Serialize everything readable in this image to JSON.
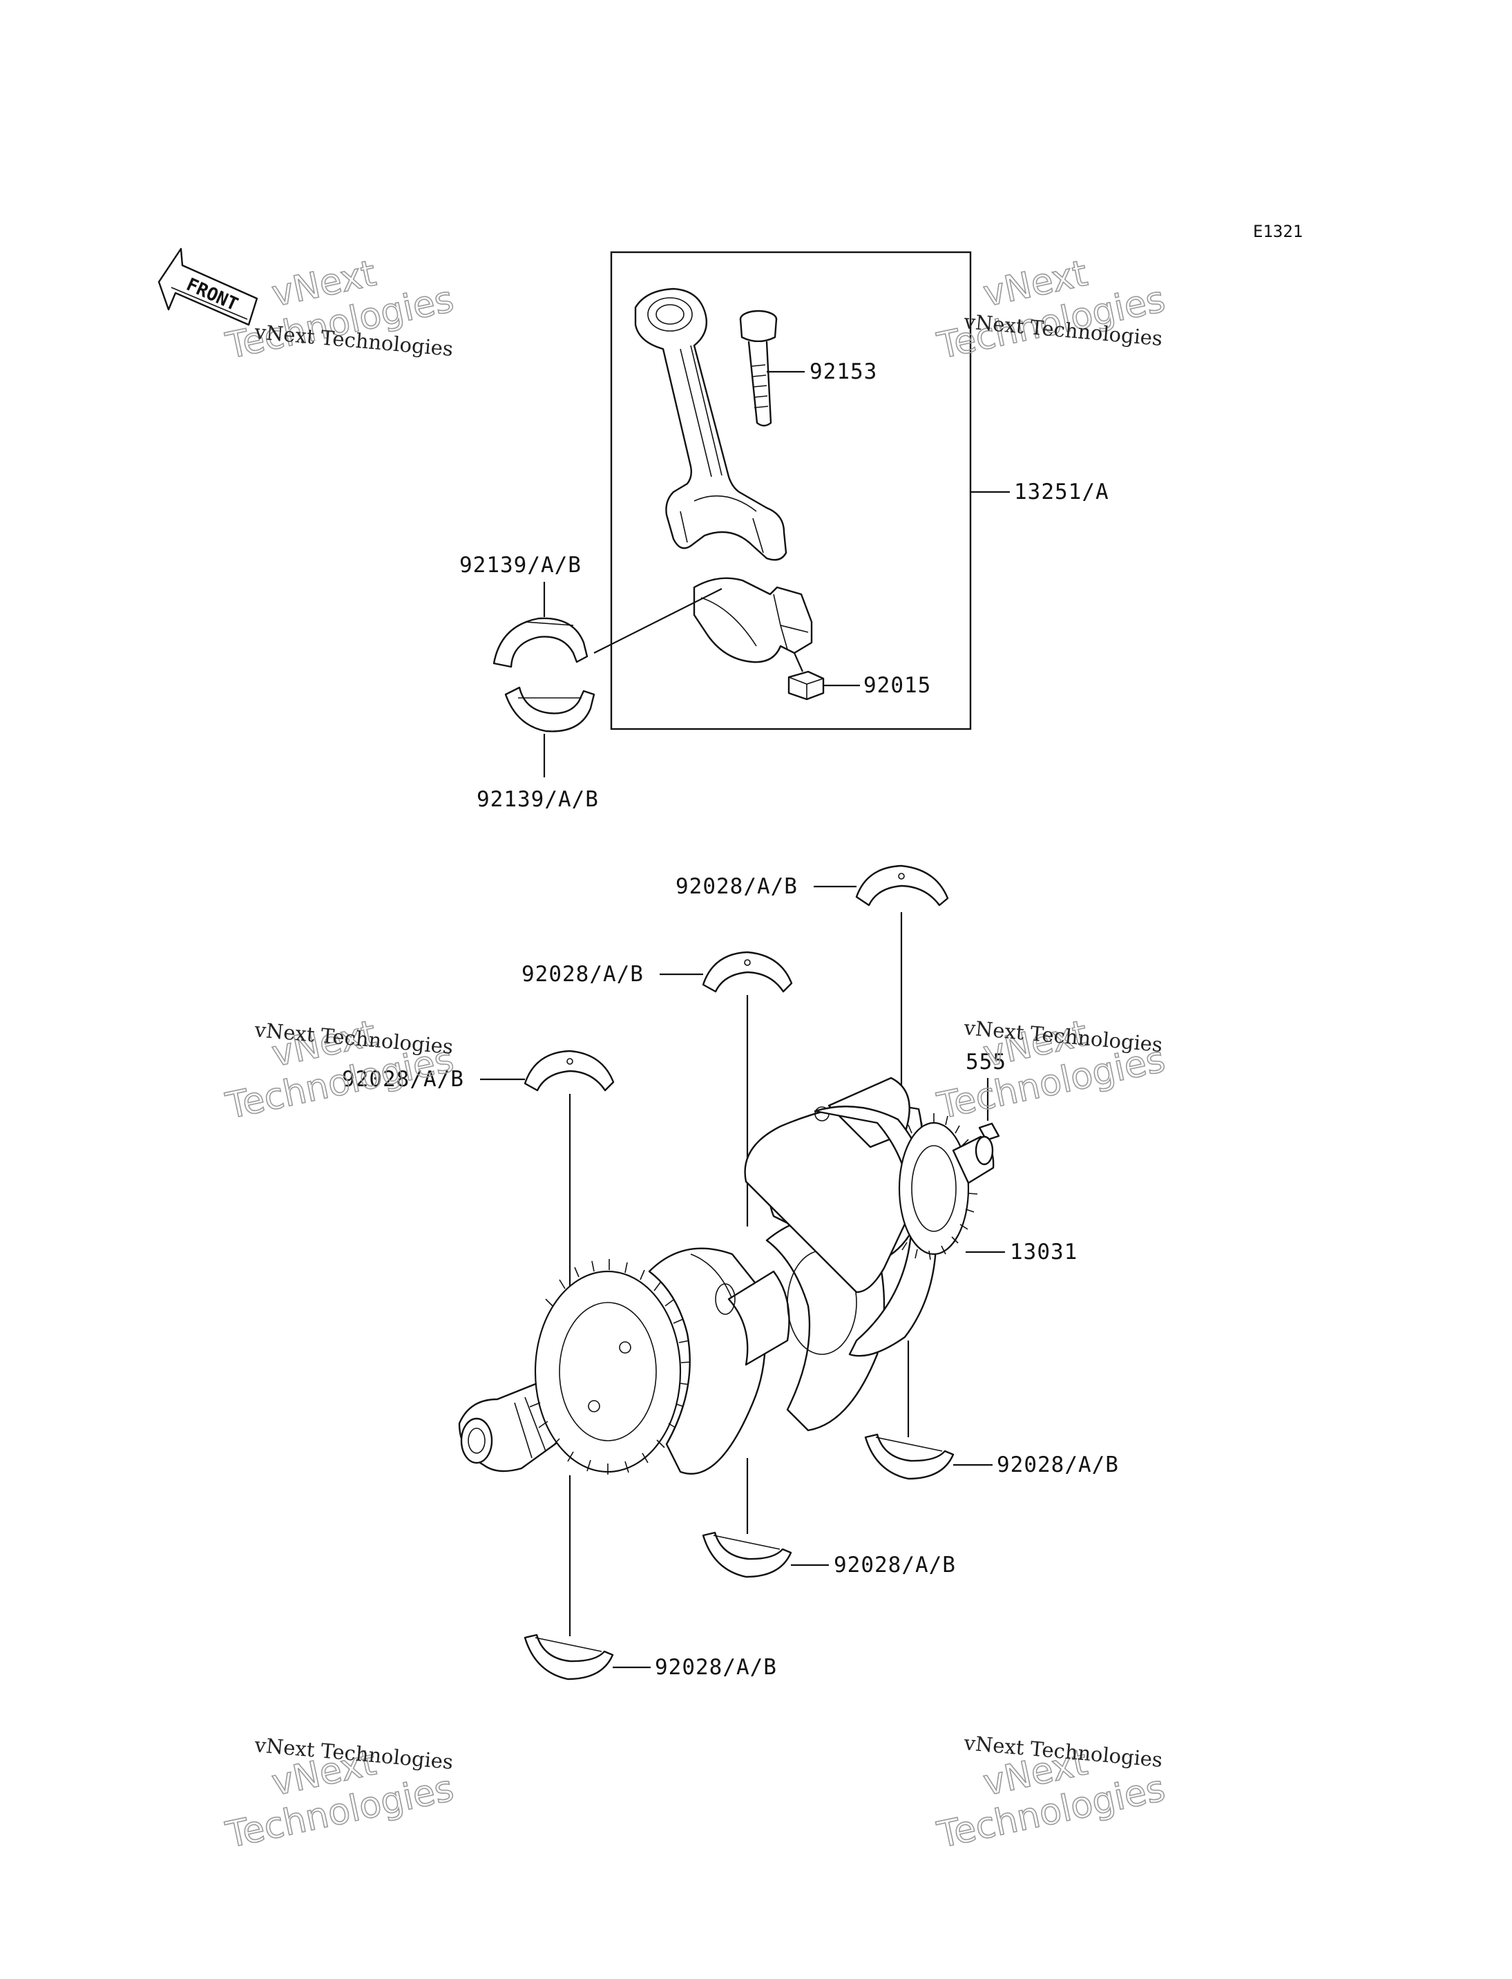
{
  "diagram_code": "E1321",
  "front_label": "FRONT",
  "callouts": {
    "bolt": "92153",
    "rod_assembly": "13251/A",
    "rod_bearing_upper": "92139/A/B",
    "rod_bearing_lower": "92139/A/B",
    "nut": "92015",
    "main_bearing_top_right": "92028/A/B",
    "main_bearing_top_mid": "92028/A/B",
    "main_bearing_top_left": "92028/A/B",
    "pin": "555",
    "crankshaft": "13031",
    "main_bearing_bottom_right": "92028/A/B",
    "main_bearing_bottom_mid": "92028/A/B",
    "main_bearing_bottom_left": "92028/A/B"
  },
  "watermark": {
    "line1": "vNext Technologies",
    "line2": "vNext",
    "line3": "Technologies"
  }
}
